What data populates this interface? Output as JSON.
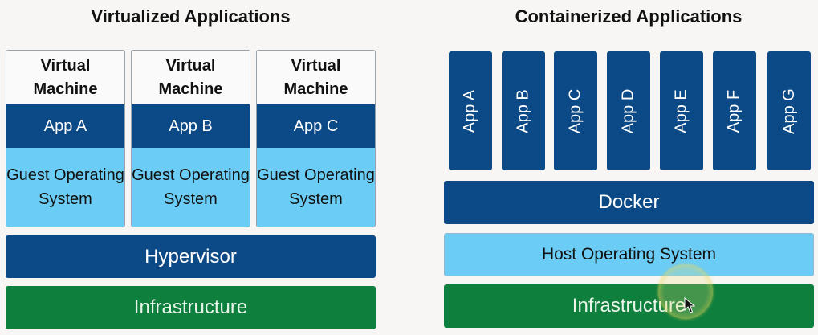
{
  "colors": {
    "dark_blue": "#0c4a87",
    "light_blue": "#6bcdf5",
    "green": "#0f7f3e",
    "background": "#f7f6f4"
  },
  "left": {
    "title": "Virtualized Applications",
    "vms": [
      {
        "header": "Virtual Machine",
        "app": "App A",
        "os": "Guest Operating System"
      },
      {
        "header": "Virtual Machine",
        "app": "App B",
        "os": "Guest Operating System"
      },
      {
        "header": "Virtual Machine",
        "app": "App C",
        "os": "Guest Operating System"
      }
    ],
    "hypervisor": "Hypervisor",
    "infrastructure": "Infrastructure"
  },
  "right": {
    "title": "Containerized Applications",
    "apps": [
      "App A",
      "App B",
      "App C",
      "App D",
      "App E",
      "App F",
      "App G"
    ],
    "docker": "Docker",
    "host_os": "Host Operating System",
    "infrastructure": "Infrastructure"
  }
}
